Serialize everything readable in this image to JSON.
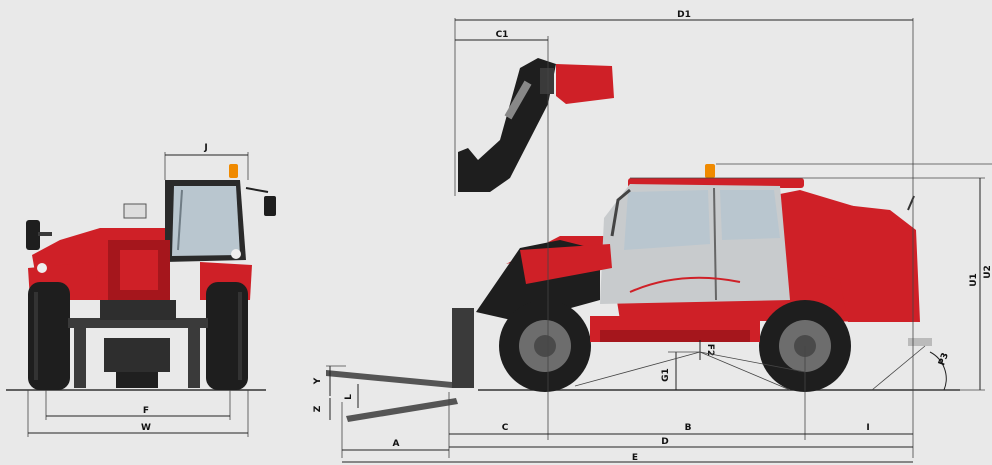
{
  "labels": {
    "j": "J",
    "f": "F",
    "w": "W",
    "d1": "D1",
    "c1": "C1",
    "u1": "U1",
    "u2": "U2",
    "y": "Y",
    "z": "Z",
    "l": "L",
    "g1": "G1",
    "f2": "F2",
    "p3": "P3",
    "a": "A",
    "c": "C",
    "b": "B",
    "i": "I",
    "d": "D",
    "e": "E"
  },
  "colors": {
    "background": "#e9e9e9",
    "body_red": "#cf2027",
    "tyre_black": "#1e1e1e",
    "cab_silver": "#c8cbcd",
    "beacon_orange": "#f08a00"
  },
  "views": [
    "front-view",
    "side-view"
  ]
}
